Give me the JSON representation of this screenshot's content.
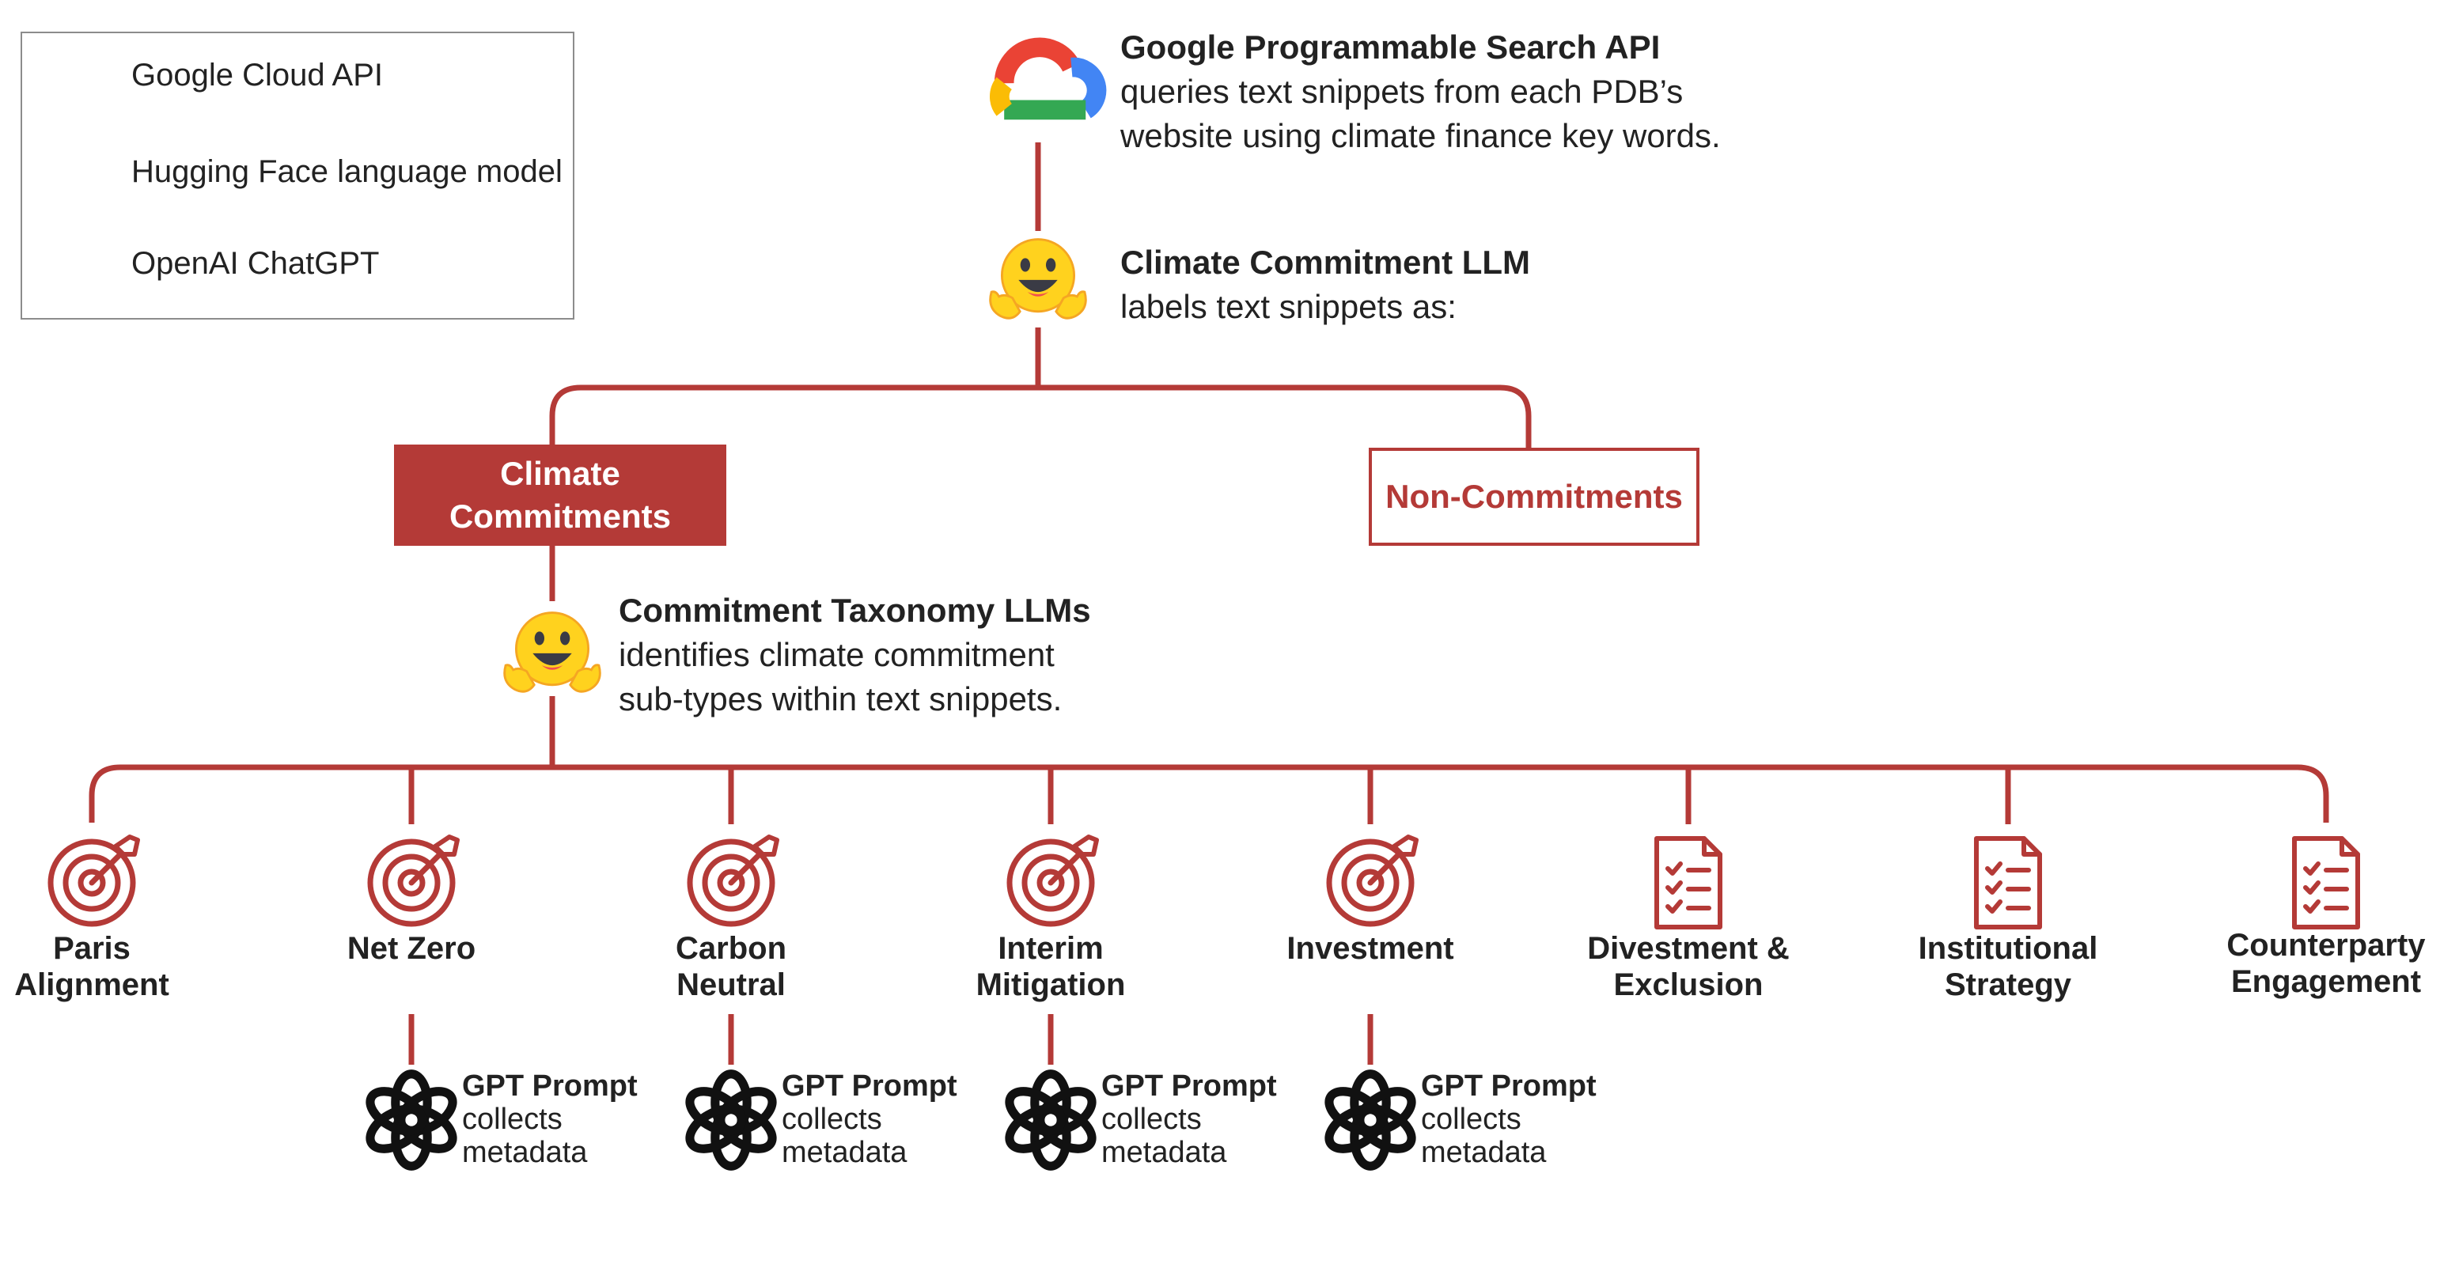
{
  "legend": {
    "items": [
      {
        "icon": "google-cloud-icon",
        "label": "Google Cloud API"
      },
      {
        "icon": "hugging-face-icon",
        "label": "Hugging Face language model"
      },
      {
        "icon": "openai-icon",
        "label": "OpenAI ChatGPT"
      }
    ]
  },
  "search_api": {
    "title": "Google Programmable Search API",
    "lines": [
      "queries text snippets from each PDB’s",
      "website using climate finance key words."
    ]
  },
  "commitment_llm": {
    "title": "Climate Commitment LLM",
    "lines": [
      "labels text snippets as:"
    ]
  },
  "branches": {
    "climate": [
      "Climate",
      "Commitments"
    ],
    "non": "Non-Commitments"
  },
  "taxonomy_llm": {
    "title": "Commitment Taxonomy LLMs",
    "lines": [
      "identifies climate commitment",
      "sub-types within text snippets."
    ]
  },
  "categories": [
    {
      "lines": [
        "Paris",
        "Alignment"
      ],
      "icon": "target-icon"
    },
    {
      "lines": [
        "Net Zero"
      ],
      "icon": "target-icon"
    },
    {
      "lines": [
        "Carbon",
        "Neutral"
      ],
      "icon": "target-icon"
    },
    {
      "lines": [
        "Interim",
        "Mitigation"
      ],
      "icon": "target-icon"
    },
    {
      "lines": [
        "Investment"
      ],
      "icon": "target-icon"
    },
    {
      "lines": [
        "Divestment &",
        "Exclusion"
      ],
      "icon": "checklist-icon"
    },
    {
      "lines": [
        "Institutional",
        "Strategy"
      ],
      "icon": "checklist-icon"
    },
    {
      "lines": [
        "Counterparty",
        "Engagement"
      ],
      "icon": "checklist-icon"
    }
  ],
  "gpt_prompt": {
    "title": "GPT Prompt",
    "lines": [
      "collects",
      "metadata"
    ]
  },
  "colors": {
    "accent": "#b43a37",
    "text": "#222222",
    "legend_border": "#8c8c8c",
    "google_blue": "#4285f4",
    "google_red": "#ea4335",
    "google_yellow": "#fbbc05",
    "google_green": "#34a853",
    "hf_yellow": "#ffd21e",
    "hf_dark": "#3a3b45"
  }
}
